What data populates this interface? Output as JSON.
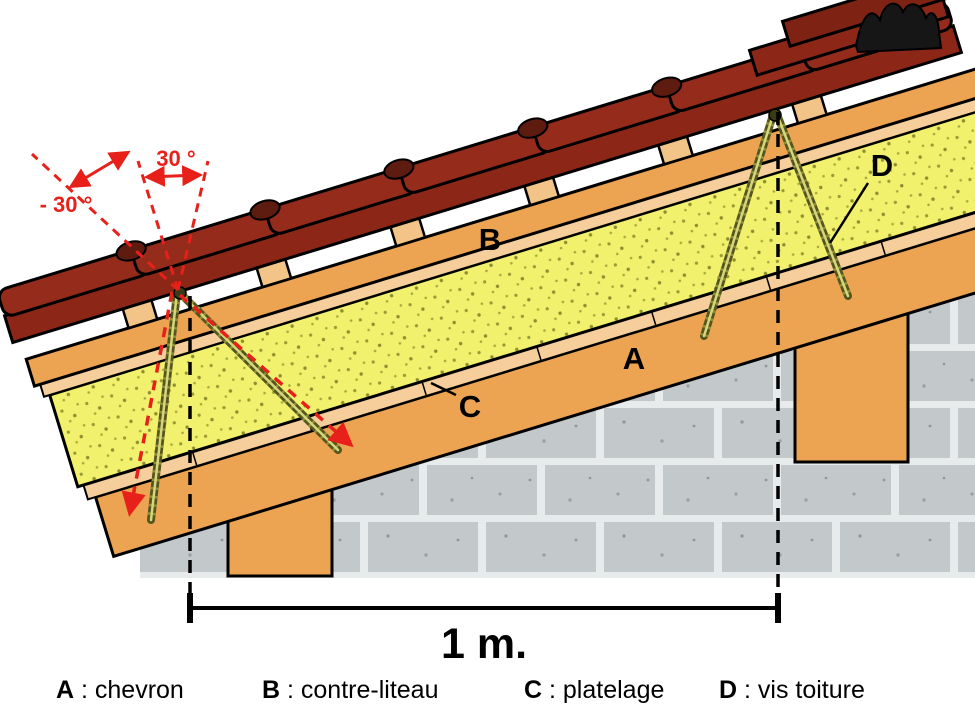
{
  "annotations": {
    "angle_minus": "- 30 °",
    "angle_plus": "30 °",
    "dimension": "1 m."
  },
  "part_labels": {
    "a": "A",
    "b": "B",
    "c": "C",
    "d": "D"
  },
  "legend": {
    "items": [
      {
        "key": "A",
        "label": " : chevron"
      },
      {
        "key": "B",
        "label": " : contre-liteau"
      },
      {
        "key": "C",
        "label": " : platelage"
      },
      {
        "key": "D",
        "label": " : vis toiture"
      }
    ]
  },
  "colors": {
    "tile_red": "#8C2718",
    "tile_red_light": "#942B1B",
    "ridge_red": "#7E2314",
    "wood_orange": "#ECA452",
    "wood_light": "#F6CE9C",
    "batten_tan": "#F2C488",
    "insulation_yellow": "#F1F16E",
    "wall_grey": "#C3C8CA",
    "mortar_grey": "#E8EBEB",
    "screw_olive": "#6F6F28",
    "annotation_red": "#E8201A",
    "outline_black": "#000000"
  }
}
